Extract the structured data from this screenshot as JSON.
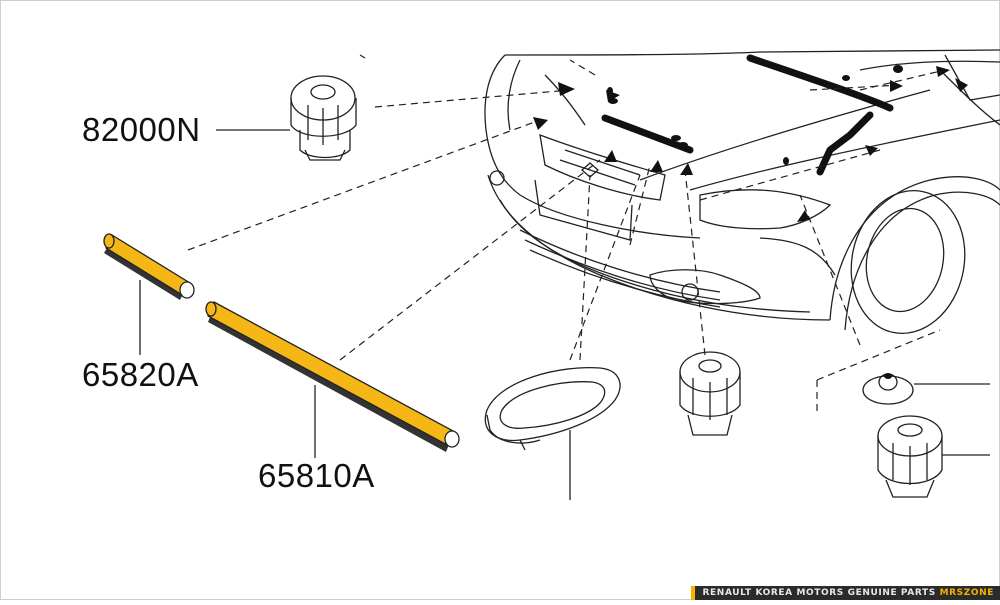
{
  "parts": [
    {
      "id": "82000N",
      "label": "82000N"
    },
    {
      "id": "65820A",
      "label": "65820A"
    },
    {
      "id": "65810A",
      "label": "65810A"
    }
  ],
  "watermark": {
    "text": "RENAULT KOREA MOTORS GENUINE PARTS",
    "brand": "MRSZONE"
  },
  "colors": {
    "highlight": "#f5b716",
    "line": "#222222",
    "background": "#ffffff",
    "watermark_accent": "#f1b400"
  }
}
